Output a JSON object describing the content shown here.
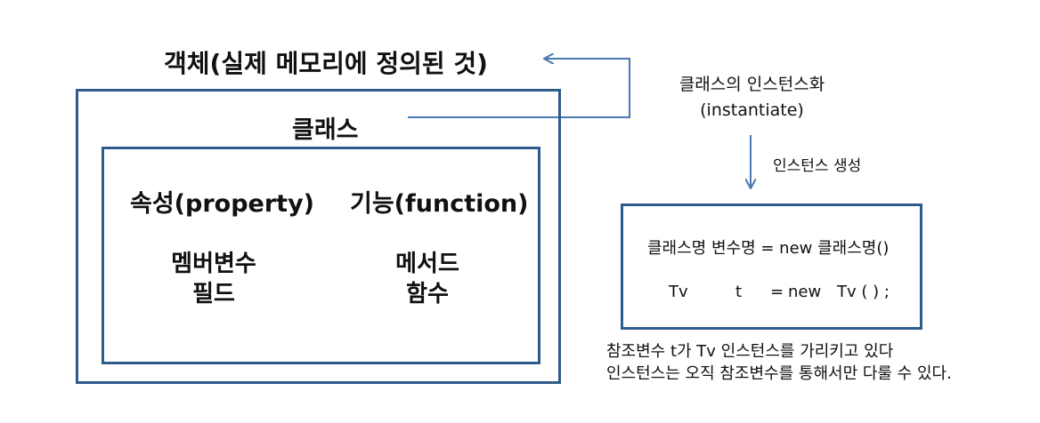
{
  "object_title": "객체(실제 메모리에 정의된 것)",
  "class_box": {
    "title": "클래스",
    "attributes": {
      "heading": "속성(property)",
      "line1": "멤버변수",
      "line2": "필드"
    },
    "functions": {
      "heading": "기능(function)",
      "line1": "메서드",
      "line2": "함수"
    }
  },
  "instantiation": {
    "line1": "클래스의 인스턴스화",
    "line2": "(instantiate)"
  },
  "instance_creation": "인스턴스 생성",
  "code_box": {
    "syntax": "클래스명 변수명 = new 클래스명()",
    "example": {
      "type": "Tv",
      "var": "t",
      "eq": "=",
      "new_kw": "new",
      "ctor": "Tv ( ) ;"
    }
  },
  "notes": [
    "참조변수 t가 Tv 인스턴스를 가리키고 있다",
    "인스턴스는 오직 참조변수를 통해서만 다룰 수 있다."
  ],
  "colors": {
    "box_border": "#2f5b8c",
    "arrow": "#4a78b0"
  }
}
